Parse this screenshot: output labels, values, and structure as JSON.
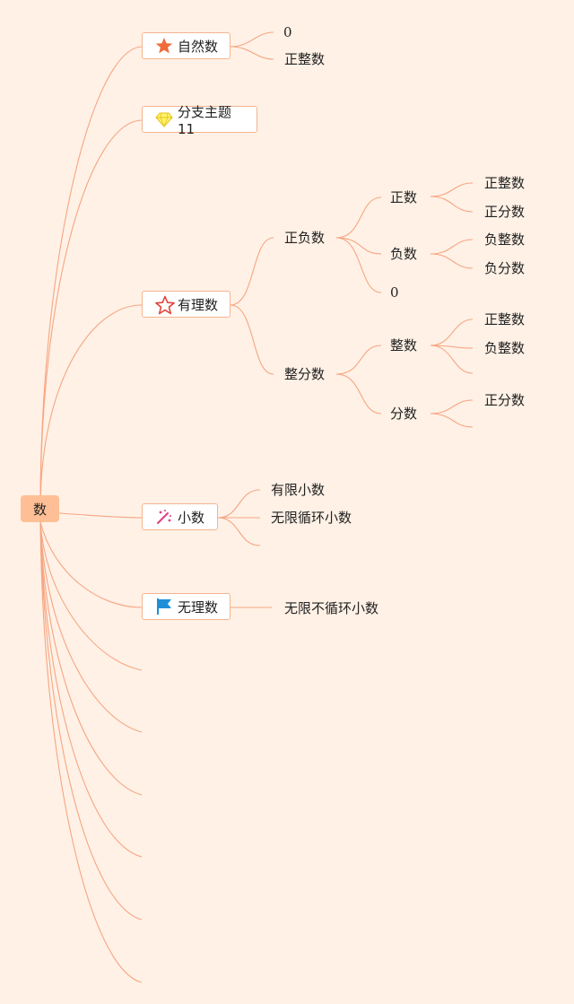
{
  "root": {
    "label": "数"
  },
  "branches": [
    {
      "label": "自然数",
      "icon": "orange-star-icon",
      "children": [
        "0",
        "正整数"
      ]
    },
    {
      "label": "分支主题11",
      "icon": "diamond-icon",
      "children": []
    },
    {
      "label": "有理数",
      "icon": "outline-star-icon",
      "children": [
        {
          "label": "正负数",
          "children": [
            {
              "label": "正数",
              "children": [
                "正整数",
                "正分数"
              ]
            },
            {
              "label": "负数",
              "children": [
                "负整数",
                "负分数"
              ]
            },
            {
              "label": "0"
            }
          ]
        },
        {
          "label": "整分数",
          "children": [
            {
              "label": "整数",
              "children": [
                "正整数",
                "负整数"
              ]
            },
            {
              "label": "分数",
              "children": [
                "正分数"
              ]
            }
          ]
        }
      ]
    },
    {
      "label": "小数",
      "icon": "magic-wand-icon",
      "children": [
        "有限小数",
        "无限循环小数"
      ]
    },
    {
      "label": "无理数",
      "icon": "blue-flag-icon",
      "children": [
        "无限不循环小数"
      ]
    }
  ],
  "colors": {
    "line": "#f6a582",
    "root_fill": "#ffbf96",
    "background": "#fff1e6",
    "box_border": "#f4b48f"
  }
}
